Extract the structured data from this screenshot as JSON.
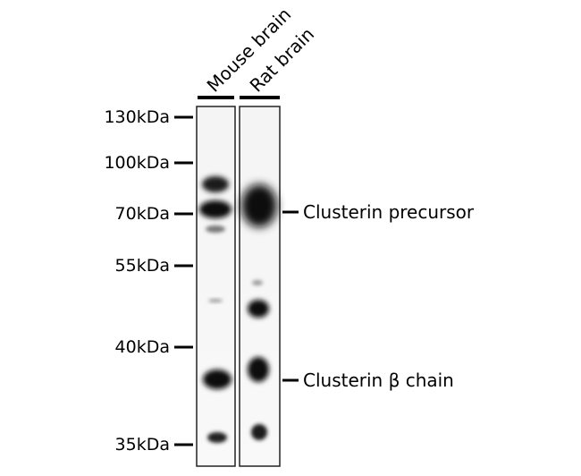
{
  "lanes": [
    "Mouse brain",
    "Rat brain"
  ],
  "markers": [
    "130kDa",
    "100kDa",
    "70kDa",
    "55kDa",
    "40kDa",
    "35kDa"
  ],
  "annotations": [
    "Clusterin precursor",
    "Clusterin β chain"
  ]
}
